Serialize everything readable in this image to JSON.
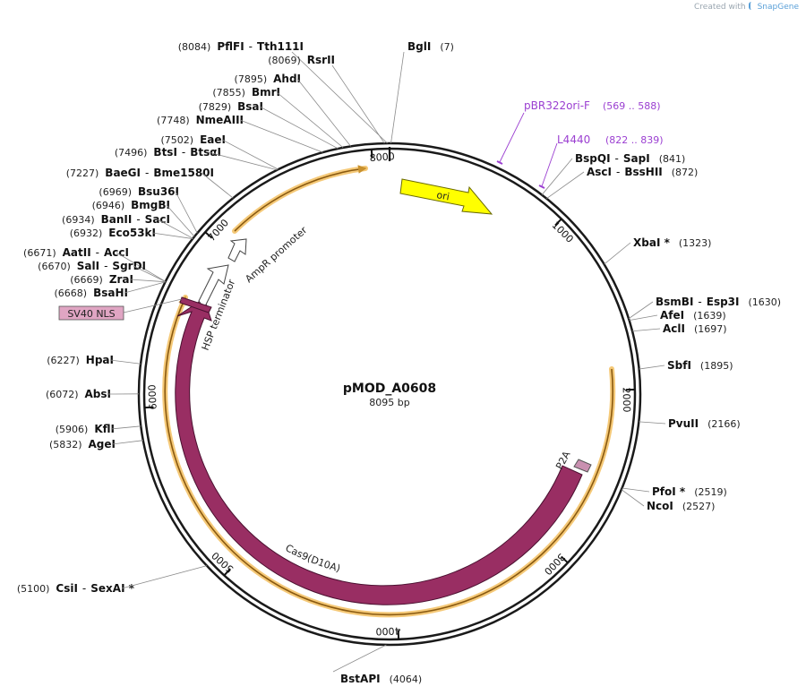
{
  "app": {
    "credit_prefix": "Created with",
    "brand": "SnapGene"
  },
  "plasmid": {
    "name": "pMOD_A0608",
    "length_label": "8095 bp",
    "length": 8095
  },
  "ticks": [
    {
      "pos": 1000,
      "label": "1000"
    },
    {
      "pos": 2000,
      "label": "2000"
    },
    {
      "pos": 3000,
      "label": "3000"
    },
    {
      "pos": 4000,
      "label": "4000"
    },
    {
      "pos": 5000,
      "label": "5000"
    },
    {
      "pos": 6000,
      "label": "6000"
    },
    {
      "pos": 7000,
      "label": "7000"
    },
    {
      "pos": 8000,
      "label": "8000"
    }
  ],
  "features": {
    "ori": {
      "label": "ori",
      "color": "#ffff00"
    },
    "cas9": {
      "label": "Cas9(D10A)",
      "color": "#992e63"
    },
    "p2a": {
      "label": "P2A",
      "color": "#c990b0"
    },
    "sv40": {
      "label": "SV40 NLS",
      "color": "#e0a5c3"
    },
    "hsp": {
      "label": "HSP terminator"
    },
    "ampr_promoter": {
      "label": "AmpR promoter"
    },
    "orf_color": "#f5b447"
  },
  "primers": [
    {
      "name": "pBR322ori-F",
      "range": "(569 .. 588)",
      "color": "#9b3fd1"
    },
    {
      "name": "L4440",
      "range": "(822 .. 839)",
      "color": "#9b3fd1"
    }
  ],
  "enzymes": [
    {
      "pos": 8084,
      "pos_label": "(8084)",
      "names": [
        "PflFI",
        "Tth111I"
      ]
    },
    {
      "pos": 8069,
      "pos_label": "(8069)",
      "names": [
        "RsrII"
      ]
    },
    {
      "pos": 7,
      "pos_label": "(7)",
      "names": [
        "BglI"
      ]
    },
    {
      "pos": 7895,
      "pos_label": "(7895)",
      "names": [
        "AhdI"
      ]
    },
    {
      "pos": 7855,
      "pos_label": "(7855)",
      "names": [
        "BmrI"
      ]
    },
    {
      "pos": 7829,
      "pos_label": "(7829)",
      "names": [
        "BsaI"
      ]
    },
    {
      "pos": 7748,
      "pos_label": "(7748)",
      "names": [
        "NmeAIII"
      ]
    },
    {
      "pos": 7502,
      "pos_label": "(7502)",
      "names": [
        "EaeI"
      ]
    },
    {
      "pos": 7496,
      "pos_label": "(7496)",
      "names": [
        "BtsI",
        "BtsαI"
      ]
    },
    {
      "pos": 7227,
      "pos_label": "(7227)",
      "names": [
        "BaeGI",
        "Bme1580I"
      ]
    },
    {
      "pos": 6969,
      "pos_label": "(6969)",
      "names": [
        "Bsu36I"
      ]
    },
    {
      "pos": 6946,
      "pos_label": "(6946)",
      "names": [
        "BmgBI"
      ]
    },
    {
      "pos": 6934,
      "pos_label": "(6934)",
      "names": [
        "BanII",
        "SacI"
      ]
    },
    {
      "pos": 6932,
      "pos_label": "(6932)",
      "names": [
        "Eco53kI"
      ]
    },
    {
      "pos": 6671,
      "pos_label": "(6671)",
      "names": [
        "AatII",
        "AccI"
      ]
    },
    {
      "pos": 6670,
      "pos_label": "(6670)",
      "names": [
        "SalI",
        "SgrDI"
      ]
    },
    {
      "pos": 6669,
      "pos_label": "(6669)",
      "names": [
        "ZraI"
      ]
    },
    {
      "pos": 6668,
      "pos_label": "(6668)",
      "names": [
        "BsaHI"
      ]
    },
    {
      "pos": 6227,
      "pos_label": "(6227)",
      "names": [
        "HpaI"
      ]
    },
    {
      "pos": 6072,
      "pos_label": "(6072)",
      "names": [
        "AbsI"
      ]
    },
    {
      "pos": 5906,
      "pos_label": "(5906)",
      "names": [
        "KflI"
      ]
    },
    {
      "pos": 5832,
      "pos_label": "(5832)",
      "names": [
        "AgeI"
      ]
    },
    {
      "pos": 5100,
      "pos_label": "(5100)",
      "names": [
        "CsiI",
        "SexAI *"
      ]
    },
    {
      "pos": 4064,
      "pos_label": "(4064)",
      "names": [
        "BstAPI"
      ]
    },
    {
      "pos": 841,
      "pos_label": "(841)",
      "names": [
        "BspQI",
        "SapI"
      ]
    },
    {
      "pos": 872,
      "pos_label": "(872)",
      "names": [
        "AscI",
        "BssHII"
      ]
    },
    {
      "pos": 1323,
      "pos_label": "(1323)",
      "names": [
        "XbaI *"
      ]
    },
    {
      "pos": 1630,
      "pos_label": "(1630)",
      "names": [
        "BsmBI",
        "Esp3I"
      ]
    },
    {
      "pos": 1639,
      "pos_label": "(1639)",
      "names": [
        "AfeI"
      ]
    },
    {
      "pos": 1697,
      "pos_label": "(1697)",
      "names": [
        "AclI"
      ]
    },
    {
      "pos": 1895,
      "pos_label": "(1895)",
      "names": [
        "SbfI"
      ]
    },
    {
      "pos": 2166,
      "pos_label": "(2166)",
      "names": [
        "PvuII"
      ]
    },
    {
      "pos": 2519,
      "pos_label": "(2519)",
      "names": [
        "PfoI *"
      ]
    },
    {
      "pos": 2527,
      "pos_label": "(2527)",
      "names": [
        "NcoI"
      ]
    }
  ]
}
